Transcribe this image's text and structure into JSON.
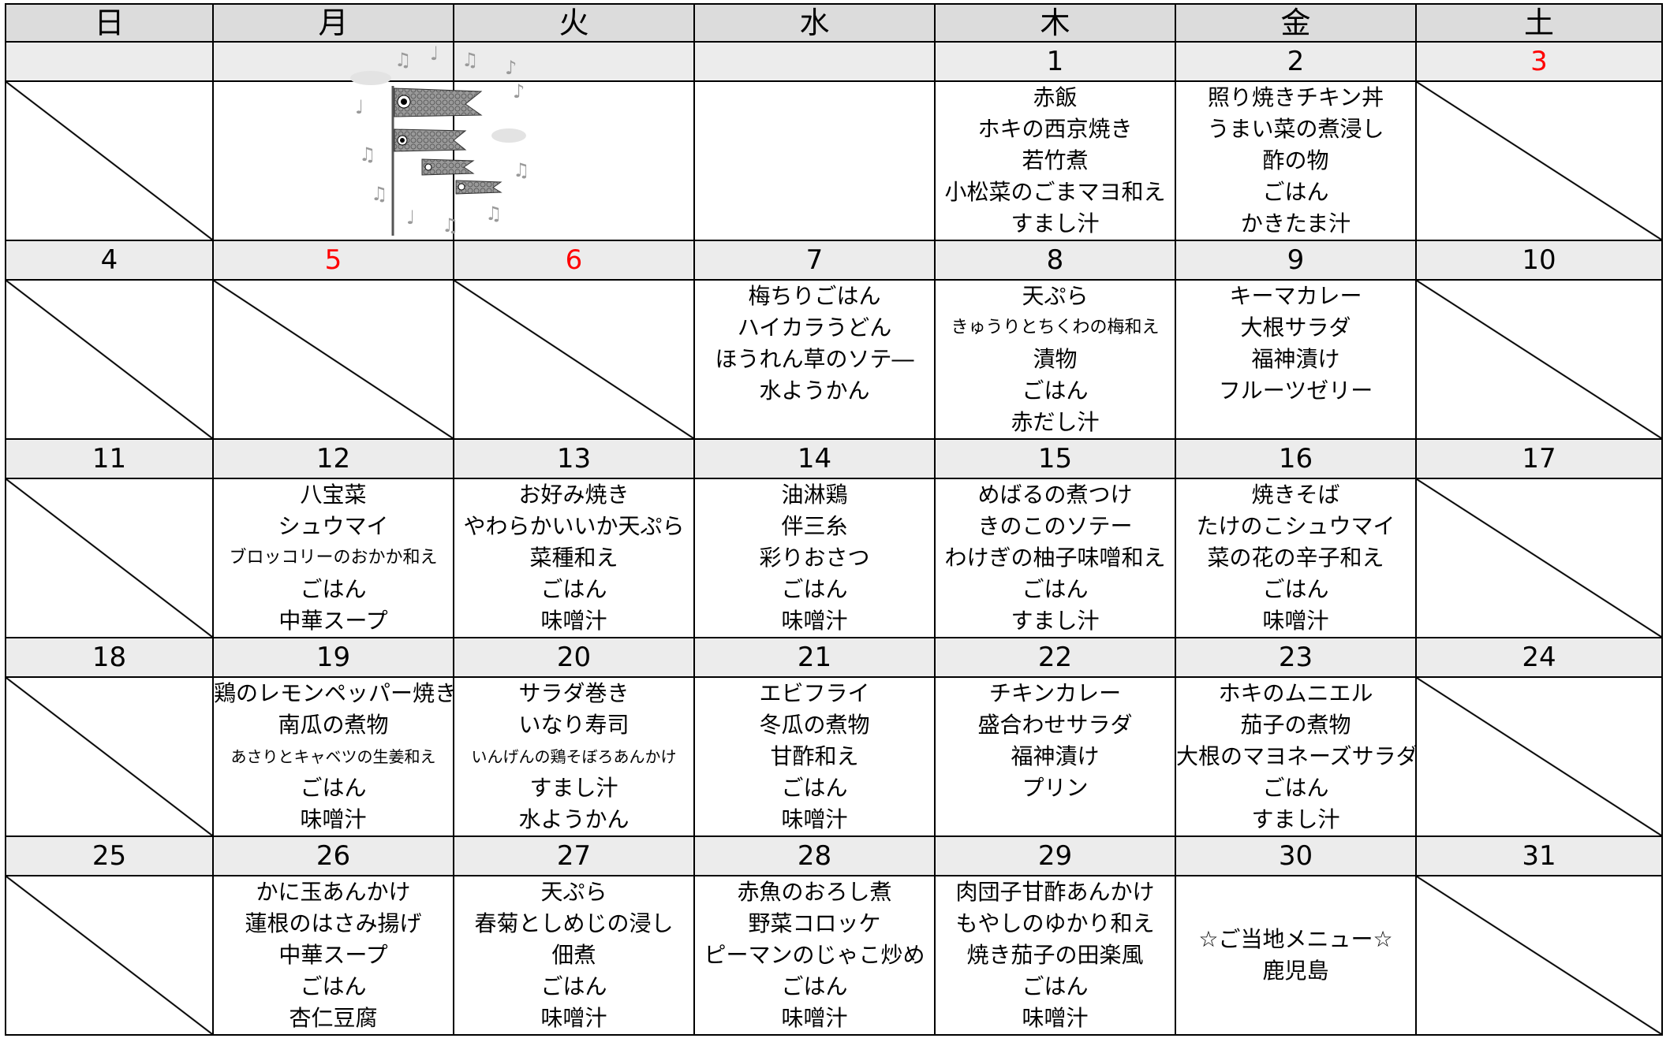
{
  "weekdays": [
    "日",
    "月",
    "火",
    "水",
    "木",
    "金",
    "土"
  ],
  "weeks": [
    {
      "days": [
        {
          "n": "",
          "red": false,
          "items": [],
          "diag": true
        },
        {
          "n": "",
          "red": false,
          "items": [],
          "diag": false
        },
        {
          "n": "",
          "red": false,
          "items": [],
          "diag": false
        },
        {
          "n": "",
          "red": false,
          "items": [],
          "diag": false
        },
        {
          "n": "1",
          "red": false,
          "items": [
            "赤飯",
            "ホキの西京焼き",
            "若竹煮",
            "小松菜のごまマヨ和え",
            "すまし汁"
          ],
          "diag": false
        },
        {
          "n": "2",
          "red": false,
          "items": [
            "照り焼きチキン丼",
            "うまい菜の煮浸し",
            "酢の物",
            "ごはん",
            "かきたま汁"
          ],
          "diag": false
        },
        {
          "n": "3",
          "red": true,
          "items": [],
          "diag": true
        }
      ]
    },
    {
      "days": [
        {
          "n": "4",
          "red": false,
          "items": [],
          "diag": true
        },
        {
          "n": "5",
          "red": true,
          "items": [],
          "diag": true
        },
        {
          "n": "6",
          "red": true,
          "items": [],
          "diag": true
        },
        {
          "n": "7",
          "red": false,
          "items": [
            "梅ちりごはん",
            "ハイカラうどん",
            "ほうれん草のソテ―",
            "水ようかん"
          ],
          "diag": false
        },
        {
          "n": "8",
          "red": false,
          "items": [
            "天ぷら",
            "きゅうりとちくわの梅和え",
            "漬物",
            "ごはん",
            "赤だし汁"
          ],
          "diag": false
        },
        {
          "n": "9",
          "red": false,
          "items": [
            "キーマカレー",
            "大根サラダ",
            "福神漬け",
            "フルーツゼリー"
          ],
          "diag": false
        },
        {
          "n": "10",
          "red": false,
          "items": [],
          "diag": true
        }
      ]
    },
    {
      "days": [
        {
          "n": "11",
          "red": false,
          "items": [],
          "diag": true
        },
        {
          "n": "12",
          "red": false,
          "items": [
            "八宝菜",
            "シュウマイ",
            "ブロッコリーのおかか和え",
            "ごはん",
            "中華スープ"
          ],
          "diag": false
        },
        {
          "n": "13",
          "red": false,
          "items": [
            "お好み焼き",
            "やわらかいいか天ぷら",
            "菜種和え",
            "ごはん",
            "味噌汁"
          ],
          "diag": false
        },
        {
          "n": "14",
          "red": false,
          "items": [
            "油淋鶏",
            "伴三糸",
            "彩りおさつ",
            "ごはん",
            "味噌汁"
          ],
          "diag": false
        },
        {
          "n": "15",
          "red": false,
          "items": [
            "めばるの煮つけ",
            "きのこのソテー",
            "わけぎの柚子味噌和え",
            "ごはん",
            "すまし汁"
          ],
          "diag": false
        },
        {
          "n": "16",
          "red": false,
          "items": [
            "焼きそば",
            "たけのこシュウマイ",
            "菜の花の辛子和え",
            "ごはん",
            "味噌汁"
          ],
          "diag": false
        },
        {
          "n": "17",
          "red": false,
          "items": [],
          "diag": true
        }
      ]
    },
    {
      "days": [
        {
          "n": "18",
          "red": false,
          "items": [],
          "diag": true
        },
        {
          "n": "19",
          "red": false,
          "items": [
            "鶏のレモンペッパー焼き",
            "南瓜の煮物",
            "あさりとキャベツの生姜和え",
            "ごはん",
            "味噌汁"
          ],
          "diag": false
        },
        {
          "n": "20",
          "red": false,
          "items": [
            "サラダ巻き",
            "いなり寿司",
            "いんげんの鶏そぼろあんかけ",
            "すまし汁",
            "水ようかん"
          ],
          "diag": false
        },
        {
          "n": "21",
          "red": false,
          "items": [
            "エビフライ",
            "冬瓜の煮物",
            "甘酢和え",
            "ごはん",
            "味噌汁"
          ],
          "diag": false
        },
        {
          "n": "22",
          "red": false,
          "items": [
            "チキンカレー",
            "盛合わせサラダ",
            "福神漬け",
            "プリン"
          ],
          "diag": false
        },
        {
          "n": "23",
          "red": false,
          "items": [
            "ホキのムニエル",
            "茄子の煮物",
            "大根のマヨネーズサラダ",
            "ごはん",
            "すまし汁"
          ],
          "diag": false
        },
        {
          "n": "24",
          "red": false,
          "items": [],
          "diag": true
        }
      ]
    },
    {
      "days": [
        {
          "n": "25",
          "red": false,
          "items": [],
          "diag": true
        },
        {
          "n": "26",
          "red": false,
          "items": [
            "かに玉あんかけ",
            "蓮根のはさみ揚げ",
            "中華スープ",
            "ごはん",
            "杏仁豆腐"
          ],
          "diag": false
        },
        {
          "n": "27",
          "red": false,
          "items": [
            "天ぷら",
            "春菊としめじの浸し",
            "佃煮",
            "ごはん",
            "味噌汁"
          ],
          "diag": false
        },
        {
          "n": "28",
          "red": false,
          "items": [
            "赤魚のおろし煮",
            "野菜コロッケ",
            "ピーマンのじゃこ炒め",
            "ごはん",
            "味噌汁"
          ],
          "diag": false
        },
        {
          "n": "29",
          "red": false,
          "items": [
            "肉団子甘酢あんかけ",
            "もやしのゆかり和え",
            "焼き茄子の田楽風",
            "ごはん",
            "味噌汁"
          ],
          "diag": false
        },
        {
          "n": "30",
          "red": false,
          "items": [
            "☆ご当地メニュー☆",
            "鹿児島"
          ],
          "diag": false,
          "centered": true
        },
        {
          "n": "31",
          "red": false,
          "items": [],
          "diag": true
        }
      ]
    }
  ],
  "colors": {
    "holiday": "#ff0000",
    "header_bg": "#dcdcdc",
    "date_bg": "#ececec"
  },
  "decoration": "koinobori-illustration"
}
